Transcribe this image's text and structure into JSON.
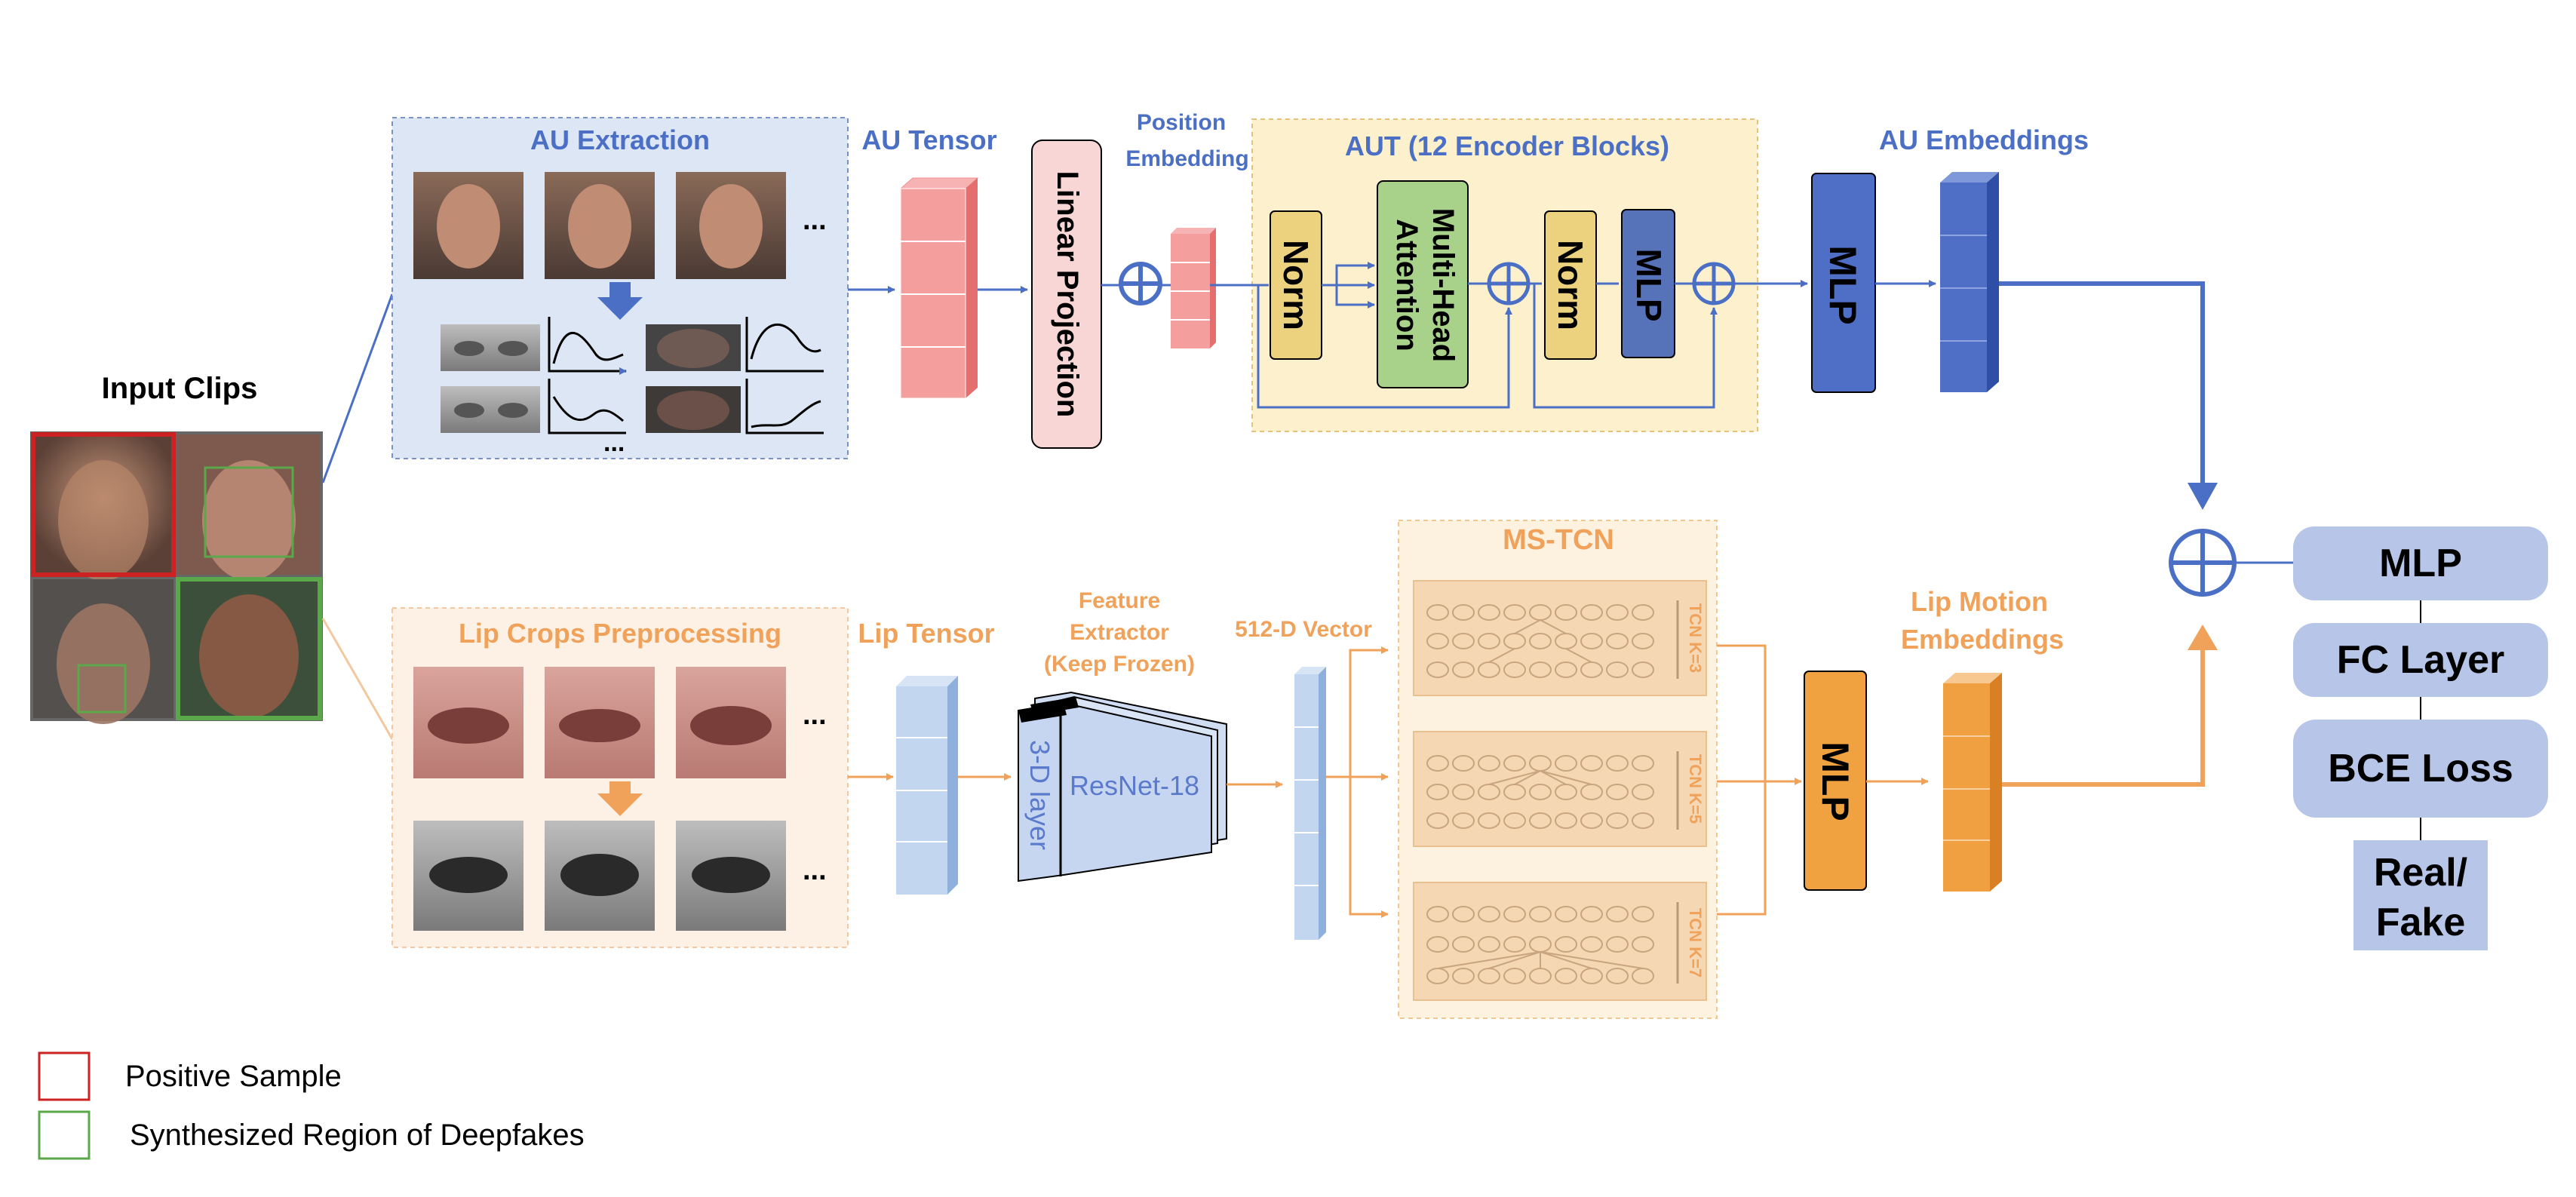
{
  "input": {
    "title": "Input Clips"
  },
  "au_branch": {
    "extraction_title": "AU Extraction",
    "tensor_label": "AU Tensor",
    "linear_projection": "Linear Projection",
    "position_embedding_line1": "Position",
    "position_embedding_line2": "Embedding",
    "aut_title": "AUT (12 Encoder Blocks)",
    "norm1": "Norm",
    "attention_line1": "Multi-Head",
    "attention_line2": "Attention",
    "norm2": "Norm",
    "mlp_inner": "MLP",
    "mlp": "MLP",
    "embeddings_label": "AU Embeddings",
    "ellipsis_top": "...",
    "ellipsis_bottom": "..."
  },
  "lip_branch": {
    "preprocessing_title": "Lip Crops Preprocessing",
    "tensor_label": "Lip Tensor",
    "feature_line1": "Feature",
    "feature_line2": "Extractor",
    "feature_line3": "(Keep Frozen)",
    "layer3d": "3-D layer",
    "resnet": "ResNet-18",
    "vector_label": "512-D Vector",
    "mstcn_title": "MS-TCN",
    "tcn_k3": "TCN K=3",
    "tcn_k5": "TCN K=5",
    "tcn_k7": "TCN K=7",
    "mlp": "MLP",
    "embeddings_line1": "Lip Motion",
    "embeddings_line2": "Embeddings",
    "ellipsis_top": "...",
    "ellipsis_bottom": "..."
  },
  "head": {
    "mlp": "MLP",
    "fc": "FC Layer",
    "loss": "BCE Loss",
    "out_line1": "Real/",
    "out_line2": "Fake"
  },
  "legend": {
    "positive": "Positive Sample",
    "synthesized": "Synthesized Region of Deepfakes"
  },
  "colors": {
    "au_blue": "#4a6fc4",
    "lip_orange": "#f0a25a",
    "positive_red": "#cc2222",
    "synth_green": "#5aa84a"
  }
}
